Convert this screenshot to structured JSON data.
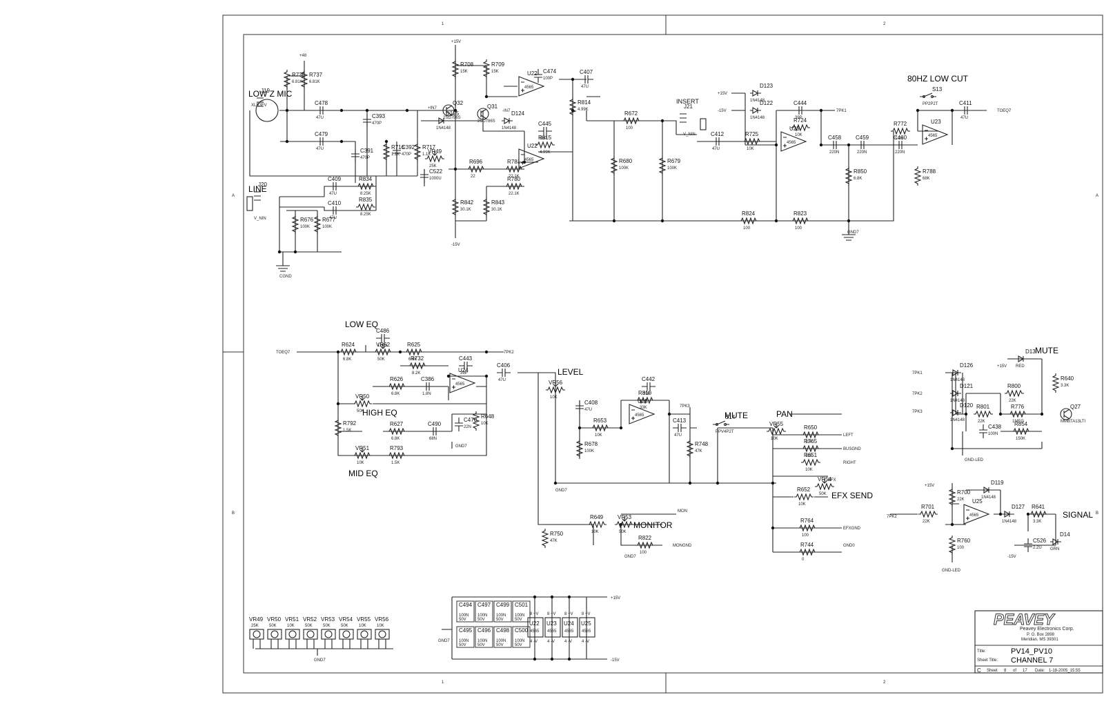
{
  "frame": {
    "zones_top": [
      "1",
      "2"
    ],
    "zones_side": [
      "A",
      "B"
    ]
  },
  "sections": {
    "low_z_mic": "LOW Z MIC",
    "line": "LINE",
    "insert": "INSERT",
    "low_cut": "80HZ LOW CUT",
    "low_eq": "LOW EQ",
    "high_eq": "HIGH EQ",
    "mid_eq": "MID EQ",
    "level": "LEVEL",
    "mute": "MUTE",
    "pan": "PAN",
    "efx_send": "EFX SEND",
    "monitor": "MONITOR",
    "mute_led": "MUTE",
    "signal": "SIGNAL"
  },
  "nets": {
    "p48": "+48",
    "p15": "+15V",
    "m15": "-15V",
    "cgnd": "CGND",
    "gnd7": "GND7",
    "v_nin": "V_NIN",
    "toeq7": "TOEQ7",
    "tpk1": "7PK1",
    "tpk2": "7PK2",
    "tpk3": "7PK3",
    "in7p": "+IN7",
    "in7m": "-IN7",
    "left": "LEFT",
    "busgnd": "BUSGND",
    "right": "RIGHT",
    "efx": "EFX",
    "efxgnd": "EFXGND",
    "gnd0": "GND0",
    "mon": "MON",
    "mongnd": "MONGND",
    "gndled": "GND-LED"
  },
  "components": [
    {
      "ref": "J19",
      "val": "XLR3FV"
    },
    {
      "ref": "J20",
      "val": ""
    },
    {
      "ref": "J21",
      "val": ""
    },
    {
      "ref": "R736",
      "val": "6.81K"
    },
    {
      "ref": "R737",
      "val": "6.81K"
    },
    {
      "ref": "C478",
      "val": "47U"
    },
    {
      "ref": "C479",
      "val": "47U"
    },
    {
      "ref": "C393",
      "val": "470P"
    },
    {
      "ref": "C391",
      "val": "470P"
    },
    {
      "ref": "C392",
      "val": "470P"
    },
    {
      "ref": "R716",
      "val": "1.1K"
    },
    {
      "ref": "R717",
      "val": "1.1K"
    },
    {
      "ref": "C409",
      "val": "47U"
    },
    {
      "ref": "C410",
      "val": "47U"
    },
    {
      "ref": "R834",
      "val": "8.25K"
    },
    {
      "ref": "R835",
      "val": "8.25K"
    },
    {
      "ref": "R676",
      "val": "100K"
    },
    {
      "ref": "R677",
      "val": "100K"
    },
    {
      "ref": "R708",
      "val": "15K"
    },
    {
      "ref": "R709",
      "val": "15K"
    },
    {
      "ref": "Q32",
      "val": "2SD786S"
    },
    {
      "ref": "Q31",
      "val": "2SD786S"
    },
    {
      "ref": "D125",
      "val": "1N4148"
    },
    {
      "ref": "D124",
      "val": "1N4148"
    },
    {
      "ref": "VR49",
      "val": "25K"
    },
    {
      "ref": "R696",
      "val": "22"
    },
    {
      "ref": "C522",
      "val": "1000U"
    },
    {
      "ref": "R781",
      "val": "22.1K"
    },
    {
      "ref": "R780",
      "val": "22.1K"
    },
    {
      "ref": "R842",
      "val": "30.1K"
    },
    {
      "ref": "R843",
      "val": "30.1K"
    },
    {
      "ref": "C474",
      "val": "100P"
    },
    {
      "ref": "U22",
      "val": "4565"
    },
    {
      "ref": "C445",
      "val": "39P"
    },
    {
      "ref": "R815",
      "val": "4.99K"
    },
    {
      "ref": "R814",
      "val": "4.99K"
    },
    {
      "ref": "C407",
      "val": "47U"
    },
    {
      "ref": "R672",
      "val": "100"
    },
    {
      "ref": "R680",
      "val": "100K"
    },
    {
      "ref": "R679",
      "val": "100K"
    },
    {
      "ref": "D123",
      "val": "1N4148"
    },
    {
      "ref": "D122",
      "val": "1N4148"
    },
    {
      "ref": "C412",
      "val": "47U"
    },
    {
      "ref": "R725",
      "val": "10K"
    },
    {
      "ref": "C444",
      "val": "39P"
    },
    {
      "ref": "R724",
      "val": "10K"
    },
    {
      "ref": "U23",
      "val": "4565"
    },
    {
      "ref": "C458",
      "val": "220N"
    },
    {
      "ref": "C459",
      "val": "220N"
    },
    {
      "ref": "C460",
      "val": "220N"
    },
    {
      "ref": "R772",
      "val": "1.3K"
    },
    {
      "ref": "R850",
      "val": "6.8K"
    },
    {
      "ref": "R788",
      "val": "68K"
    },
    {
      "ref": "S13",
      "val": "PP2P2T"
    },
    {
      "ref": "C411",
      "val": "47U"
    },
    {
      "ref": "R824",
      "val": "100"
    },
    {
      "ref": "R823",
      "val": "100"
    },
    {
      "ref": "C486",
      "val": "120N"
    },
    {
      "ref": "VR52",
      "val": "50K"
    },
    {
      "ref": "R624",
      "val": "6.8K"
    },
    {
      "ref": "R625",
      "val": "6.8K"
    },
    {
      "ref": "R732",
      "val": "8.2K"
    },
    {
      "ref": "C443",
      "val": "39P"
    },
    {
      "ref": "U24",
      "val": "4565"
    },
    {
      "ref": "C386",
      "val": "1.8N"
    },
    {
      "ref": "R626",
      "val": "6.8K"
    },
    {
      "ref": "VR50",
      "val": "50K"
    },
    {
      "ref": "R627",
      "val": "6.8K"
    },
    {
      "ref": "C490",
      "val": "68N"
    },
    {
      "ref": "C470",
      "val": "22N"
    },
    {
      "ref": "R648",
      "val": "10K"
    },
    {
      "ref": "R792",
      "val": "1.5K"
    },
    {
      "ref": "VR51",
      "val": "10K"
    },
    {
      "ref": "R793",
      "val": "1.5K"
    },
    {
      "ref": "C406",
      "val": "47U"
    },
    {
      "ref": "VR56",
      "val": "10K"
    },
    {
      "ref": "C408",
      "val": "47U"
    },
    {
      "ref": "R653",
      "val": "10K"
    },
    {
      "ref": "R678",
      "val": "100K"
    },
    {
      "ref": "C442",
      "val": "39P"
    },
    {
      "ref": "R810",
      "val": "33K"
    },
    {
      "ref": "U25",
      "val": "4565"
    },
    {
      "ref": "C413",
      "val": "47U"
    },
    {
      "ref": "R748",
      "val": "47K"
    },
    {
      "ref": "S14",
      "val": "PPV4P2T"
    },
    {
      "ref": "VR55",
      "val": "10K"
    },
    {
      "ref": "R650",
      "val": "10K"
    },
    {
      "ref": "R765",
      "val": "100"
    },
    {
      "ref": "R651",
      "val": "10K"
    },
    {
      "ref": "R652",
      "val": "10K"
    },
    {
      "ref": "VR54",
      "val": "50K"
    },
    {
      "ref": "R764",
      "val": "100"
    },
    {
      "ref": "R744",
      "val": "0"
    },
    {
      "ref": "R750",
      "val": "47K"
    },
    {
      "ref": "R649",
      "val": "10K"
    },
    {
      "ref": "VR53",
      "val": "50K"
    },
    {
      "ref": "R822",
      "val": "100"
    },
    {
      "ref": "D13",
      "val": "RED"
    },
    {
      "ref": "R640",
      "val": "3.3K"
    },
    {
      "ref": "Q27",
      "val": "MMBTA13LTI"
    },
    {
      "ref": "D126",
      "val": "1N4148"
    },
    {
      "ref": "D121",
      "val": "1N4148"
    },
    {
      "ref": "D120",
      "val": "1N4148"
    },
    {
      "ref": "R800",
      "val": "22K"
    },
    {
      "ref": "R801",
      "val": "22K"
    },
    {
      "ref": "R776",
      "val": "1MEG"
    },
    {
      "ref": "C438",
      "val": "100N"
    },
    {
      "ref": "R854",
      "val": "150K"
    },
    {
      "ref": "R700",
      "val": "22K"
    },
    {
      "ref": "D119",
      "val": "1N4148"
    },
    {
      "ref": "R701",
      "val": "22K"
    },
    {
      "ref": "D127",
      "val": "1N4148"
    },
    {
      "ref": "R641",
      "val": "3.3K"
    },
    {
      "ref": "R760",
      "val": "100"
    },
    {
      "ref": "C526",
      "val": "2.2U"
    },
    {
      "ref": "D14",
      "val": "GRN"
    }
  ],
  "pots": [
    {
      "ref": "VR49",
      "val": "25K"
    },
    {
      "ref": "VR50",
      "val": "50K"
    },
    {
      "ref": "VR51",
      "val": "10K"
    },
    {
      "ref": "VR52",
      "val": "50K"
    },
    {
      "ref": "VR53",
      "val": "50K"
    },
    {
      "ref": "VR54",
      "val": "50K"
    },
    {
      "ref": "VR55",
      "val": "10K"
    },
    {
      "ref": "VR56",
      "val": "10K"
    }
  ],
  "decoupling": {
    "caps": [
      {
        "ref": "C494",
        "val": "100N",
        "v": "50V"
      },
      {
        "ref": "C497",
        "val": "100N",
        "v": "50V"
      },
      {
        "ref": "C499",
        "val": "100N",
        "v": "50V"
      },
      {
        "ref": "C501",
        "val": "100N",
        "v": "50V"
      },
      {
        "ref": "C495",
        "val": "100N",
        "v": "50V"
      },
      {
        "ref": "C496",
        "val": "100N",
        "v": "50V"
      },
      {
        "ref": "C498",
        "val": "100N",
        "v": "50V"
      },
      {
        "ref": "C500",
        "val": "100N",
        "v": "50V"
      }
    ],
    "ics": [
      {
        "ref": "U22",
        "val": "4565"
      },
      {
        "ref": "U23",
        "val": "4565"
      },
      {
        "ref": "U24",
        "val": "4565"
      },
      {
        "ref": "U25",
        "val": "4565"
      }
    ],
    "pin_top": "8 +V",
    "pin_bot": "4 -V"
  },
  "title_block": {
    "logo": "PEAVEY",
    "company": "Peavey Electronics Corp.",
    "address1": "P. O. Box 2898",
    "address2": "Meridian, MS 39301",
    "title_label": "Title:",
    "title": "PV14_PV10",
    "sheet_title_label": "Sheet Title:",
    "sheet_title": "CHANNEL 7",
    "size": "C",
    "sheet_label": "Sheet",
    "sheet_no": "8",
    "of_label": "of",
    "sheet_total": "17",
    "date_label": "Date:",
    "date": "1-18-2005_15:55"
  }
}
